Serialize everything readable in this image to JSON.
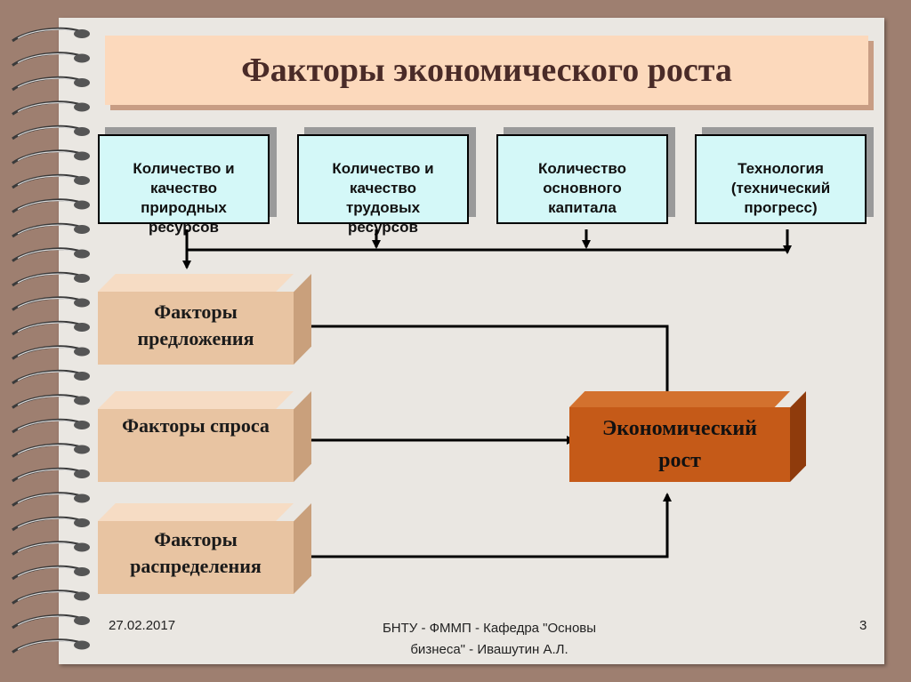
{
  "title": "Факторы экономического роста",
  "inputs": [
    {
      "label": "Количество и\nкачество\nприродных\nресурсов"
    },
    {
      "label": "Количество и\nкачество\nтрудовых\nресурсов"
    },
    {
      "label": "Количество\nосновного\nкапитала"
    },
    {
      "label": "Технология\n(технический\nпрогресс)"
    }
  ],
  "factors": [
    {
      "label": "Факторы\nпредложения"
    },
    {
      "label": "Факторы спроса"
    },
    {
      "label": "Факторы\nраспределения"
    }
  ],
  "result": {
    "label": "Экономический\nрост"
  },
  "footer": {
    "date": "27.02.2017",
    "credit": "БНТУ - ФММП - Кафедра \"Основы\nбизнеса\" - Ивашутин А.Л.",
    "page": "3"
  }
}
